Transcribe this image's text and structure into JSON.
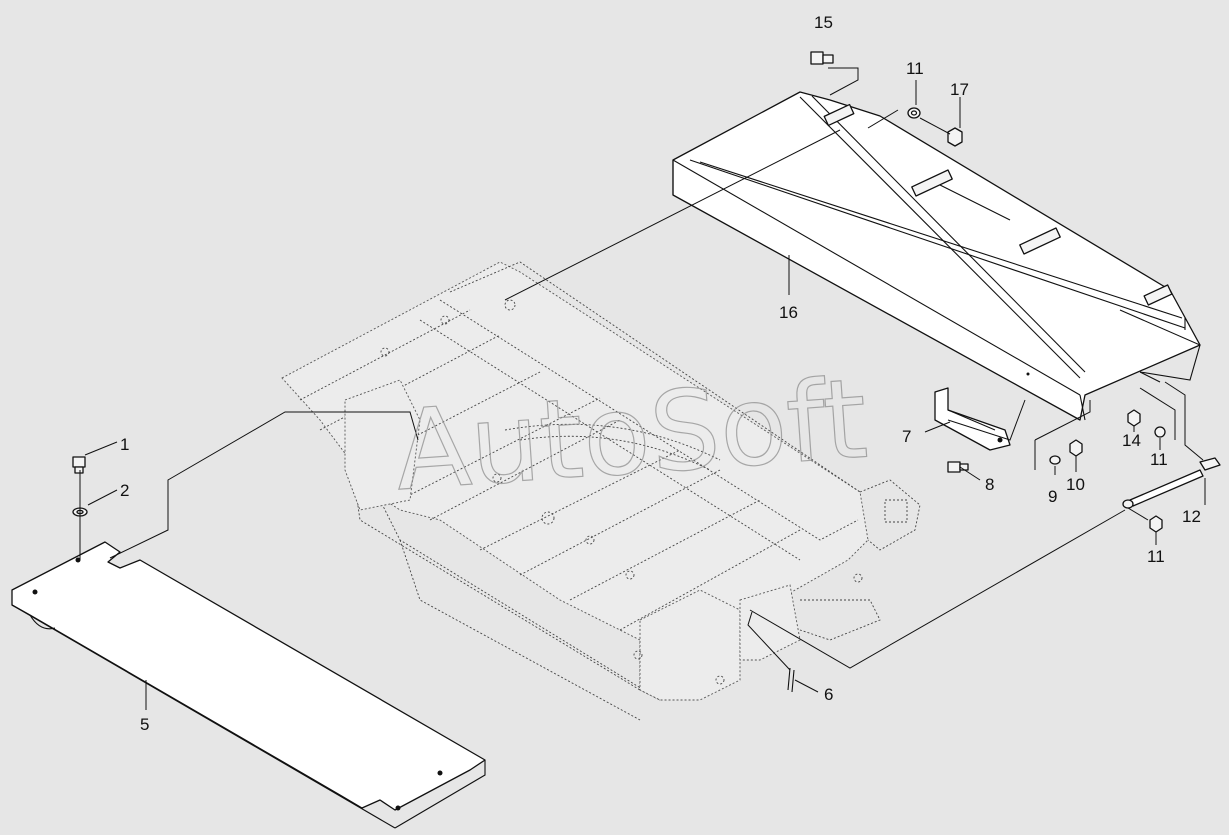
{
  "watermark": "AutoSoft",
  "callouts": [
    {
      "id": "c1",
      "label": "1"
    },
    {
      "id": "c2",
      "label": "2"
    },
    {
      "id": "c5",
      "label": "5"
    },
    {
      "id": "c6",
      "label": "6"
    },
    {
      "id": "c7",
      "label": "7"
    },
    {
      "id": "c8",
      "label": "8"
    },
    {
      "id": "c9",
      "label": "9"
    },
    {
      "id": "c10",
      "label": "10"
    },
    {
      "id": "c11a",
      "label": "11"
    },
    {
      "id": "c11b",
      "label": "11"
    },
    {
      "id": "c11c",
      "label": "11"
    },
    {
      "id": "c12",
      "label": "12"
    },
    {
      "id": "c14",
      "label": "14"
    },
    {
      "id": "c15",
      "label": "15"
    },
    {
      "id": "c16",
      "label": "16"
    },
    {
      "id": "c17",
      "label": "17"
    }
  ]
}
